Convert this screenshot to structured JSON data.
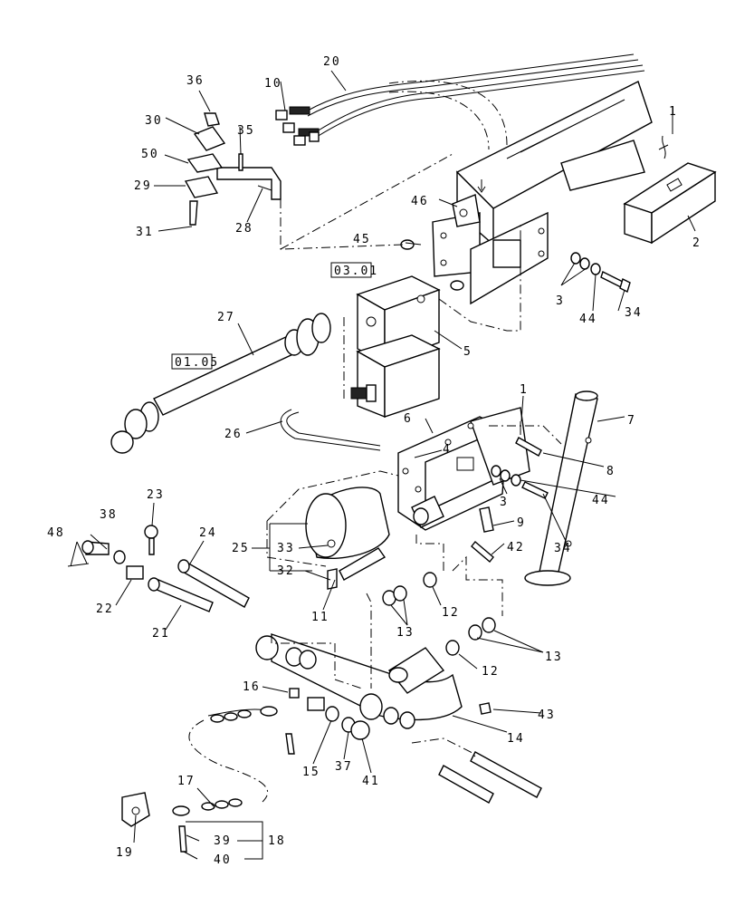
{
  "diagram": {
    "part_numbers": [
      "1",
      "2",
      "3",
      "4",
      "5",
      "6",
      "7",
      "8",
      "9",
      "10",
      "11",
      "12",
      "13",
      "14",
      "15",
      "16",
      "17",
      "18",
      "19",
      "20",
      "21",
      "22",
      "23",
      "24",
      "25",
      "26",
      "27",
      "28",
      "29",
      "30",
      "31",
      "32",
      "33",
      "34",
      "35",
      "36",
      "37",
      "38",
      "39",
      "40",
      "41",
      "42",
      "43",
      "44",
      "45",
      "46",
      "48",
      "50"
    ],
    "references": [
      "03.01",
      "01.05"
    ]
  }
}
